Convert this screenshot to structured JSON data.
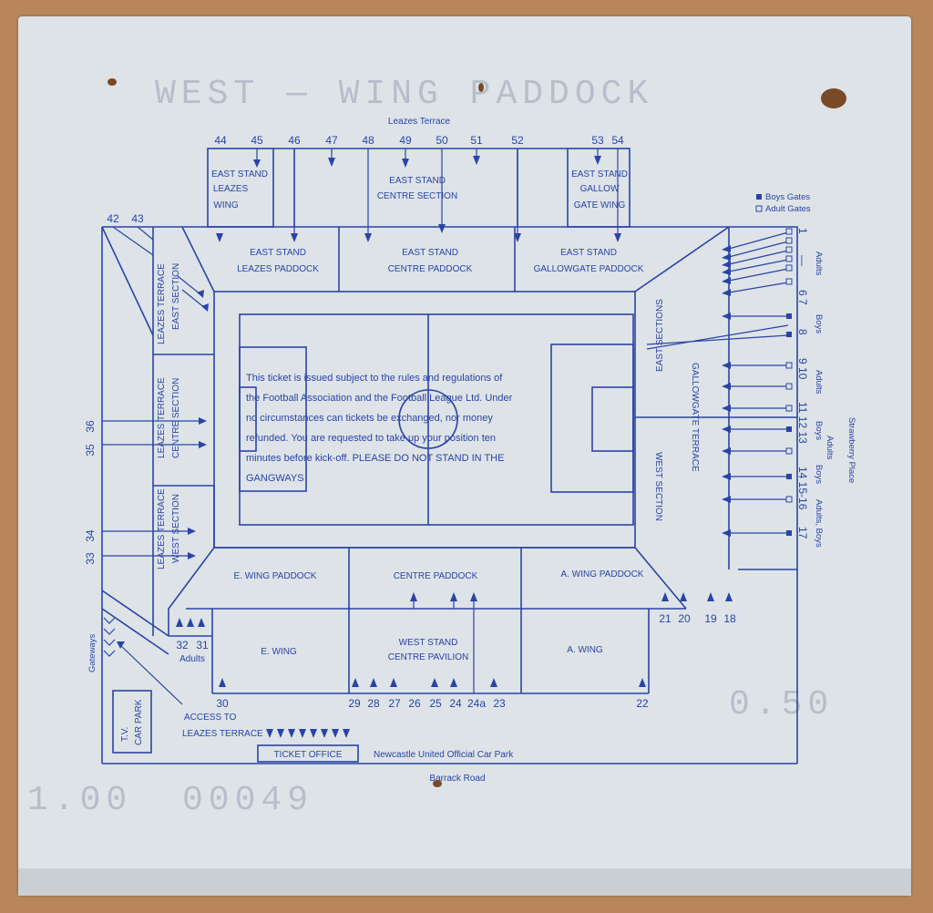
{
  "colors": {
    "ink": "#2a44a6",
    "paper": "#dde3e7",
    "background": "#b8865a"
  },
  "streets": {
    "top": "Leazes Terrace",
    "bottom": "Barrack Road",
    "right": "Strawberry Place"
  },
  "legend": {
    "boys": "Boys Gates",
    "adults": "Adult Gates"
  },
  "stands": {
    "east_leazes_wing": [
      "EAST STAND",
      "LEAZES",
      "WING"
    ],
    "east_centre_section": [
      "EAST STAND",
      "CENTRE SECTION"
    ],
    "east_gallow_gate_wing": [
      "EAST STAND",
      "GALLOW",
      "GATE WING"
    ],
    "east_leazes_paddock": [
      "EAST STAND",
      "LEAZES PADDOCK"
    ],
    "east_centre_paddock": [
      "EAST STAND",
      "CENTRE PADDOCK"
    ],
    "east_gallowgate_paddock": [
      "EAST STAND",
      "GALLOWGATE PADDOCK"
    ],
    "leazes_terrace_east": [
      "LEAZES TERRACE",
      "EAST SECTION"
    ],
    "leazes_terrace_centre": [
      "LEAZES TERRACE",
      "CENTRE SECTION"
    ],
    "leazes_terrace_west": [
      "LEAZES TERRACE",
      "WEST SECTION"
    ],
    "east_sections": "EAST SECTIONS",
    "gallowgate_terrace": "GALLOWGATE TERRACE",
    "west_section": "WEST SECTION",
    "e_wing_paddock": "E. WING PADDOCK",
    "centre_paddock": "CENTRE PADDOCK",
    "a_wing_paddock": "A. WING PADDOCK",
    "e_wing": "E. WING",
    "west_stand_centre": [
      "WEST STAND",
      "CENTRE PAVILION"
    ],
    "a_wing": "A. WING",
    "tv_car_park": [
      "T.V.",
      "CAR PARK"
    ],
    "access": [
      "ACCESS TO",
      "LEAZES TERRACE"
    ],
    "ticket_office": "TICKET OFFICE",
    "car_park": "Newcastle United Official Car Park",
    "gateways": "Gateways"
  },
  "conditions": [
    "This ticket is issued subject to the rules and regulations of",
    "the Football Association and the Football League Ltd. Under",
    "no circumstances can tickets be exchanged, nor money",
    "refunded. You are requested to take up your position ten",
    "minutes before kick-off. PLEASE DO NOT STAND IN THE",
    "GANGWAYS"
  ],
  "gates": {
    "top": [
      "44",
      "45",
      "46",
      "47",
      "48",
      "49",
      "50",
      "51",
      "52",
      "53",
      "54"
    ],
    "top_left": [
      "42",
      "43"
    ],
    "left": [
      "36",
      "35",
      "34",
      "33"
    ],
    "left_adults": [
      "32",
      "31"
    ],
    "adults_label": "Adults",
    "bottom": [
      "30",
      "29",
      "28",
      "27",
      "26",
      "25",
      "24",
      "24a",
      "23",
      "22"
    ],
    "bottom_right": [
      "21",
      "20",
      "19",
      "18"
    ],
    "right": [
      "1",
      "—",
      "6",
      "7",
      "8",
      "9",
      "10",
      "11",
      "12",
      "13",
      "14",
      "15",
      "16",
      "17"
    ],
    "right_groups": [
      "Adults",
      "Boys",
      "Adults",
      "Boys",
      "Adults",
      "Boys",
      "Adults, Boys"
    ],
    "right_rows": [
      "1",
      "—",
      "6  7",
      "8",
      "9  10",
      "11 12 13",
      "14 15-16",
      "17"
    ]
  },
  "ghost_print": {
    "line1": "WEST — WING PADDOCK",
    "serial": "00049",
    "price1": "0.50",
    "price2": "1.00"
  }
}
